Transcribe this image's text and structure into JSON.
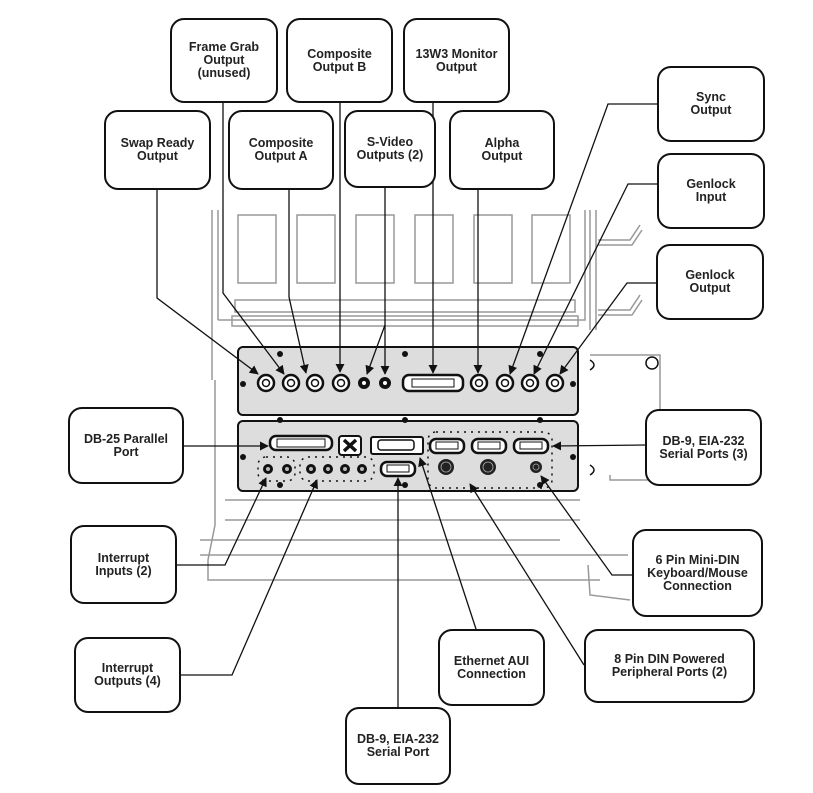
{
  "diagram": {
    "subject": "Rear I/O panel connector layout",
    "callouts": [
      {
        "id": "frame-grab-output",
        "label": "Frame Grab\nOutput\n(unused)"
      },
      {
        "id": "composite-output-b",
        "label": "Composite\nOutput B"
      },
      {
        "id": "13w3-monitor-output",
        "label": "13W3 Monitor\nOutput"
      },
      {
        "id": "swap-ready-output",
        "label": "Swap Ready\nOutput"
      },
      {
        "id": "composite-output-a",
        "label": "Composite\nOutput A"
      },
      {
        "id": "s-video-outputs",
        "label": "S-Video\nOutputs (2)"
      },
      {
        "id": "alpha-output",
        "label": "Alpha\nOutput"
      },
      {
        "id": "sync-output",
        "label": "Sync\nOutput"
      },
      {
        "id": "genlock-input",
        "label": "Genlock\nInput"
      },
      {
        "id": "genlock-output",
        "label": "Genlock\nOutput"
      },
      {
        "id": "db25-parallel-port",
        "label": "DB-25 Parallel\nPort"
      },
      {
        "id": "db9-serial-ports-3",
        "label": "DB-9, EIA-232\nSerial Ports (3)"
      },
      {
        "id": "interrupt-inputs",
        "label": "Interrupt\nInputs (2)"
      },
      {
        "id": "mini-din-keyboard-mouse",
        "label": "6 Pin Mini-DIN\nKeyboard/Mouse\nConnection"
      },
      {
        "id": "interrupt-outputs",
        "label": "Interrupt\nOutputs (4)"
      },
      {
        "id": "ethernet-aui",
        "label": "Ethernet AUI\nConnection"
      },
      {
        "id": "din-powered-peripheral",
        "label": "8 Pin DIN Powered\nPeripheral Ports (2)"
      },
      {
        "id": "db9-serial-port",
        "label": "DB-9, EIA-232\nSerial Port"
      }
    ],
    "colors": {
      "line": "#111111",
      "chassis": "#999999",
      "panel": "#dddddd"
    }
  }
}
